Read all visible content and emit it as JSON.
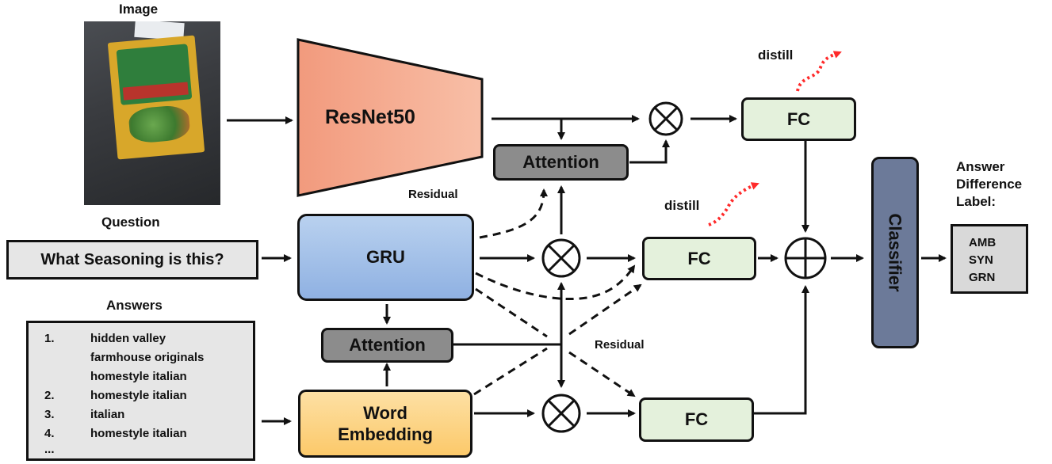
{
  "image_label": "Image",
  "question_label": "Question",
  "question_text": "What Seasoning is this?",
  "answers_label": "Answers",
  "answers": [
    {
      "num": "1.",
      "lines": [
        "hidden valley",
        "farmhouse originals",
        "homestyle italian"
      ]
    },
    {
      "num": "2.",
      "lines": [
        "homestyle italian"
      ]
    },
    {
      "num": "3.",
      "lines": [
        "italian"
      ]
    },
    {
      "num": "4.",
      "lines": [
        "homestyle italian"
      ]
    },
    {
      "num": "...",
      "lines": []
    }
  ],
  "resnet_label": "ResNet50",
  "gru_label": "GRU",
  "word_embedding_label": "Word Embedding",
  "attention_label": "Attention",
  "fc_label": "FC",
  "classifier_label": "Classifier",
  "distill_label": "distill",
  "residual_label": "Residual",
  "answer_difference_title": "Answer Difference Label:",
  "answer_difference_labels": [
    "AMB",
    "SYN",
    "GRN"
  ],
  "colors": {
    "resnet": "#f4a48a",
    "gru": "#a8c4ea",
    "word_embedding": "#fdd58a",
    "attention": "#8c8c8c",
    "fc": "#e4f1dc",
    "classifier": "#6c7a99",
    "distill_arrow": "#ff2a2a"
  }
}
